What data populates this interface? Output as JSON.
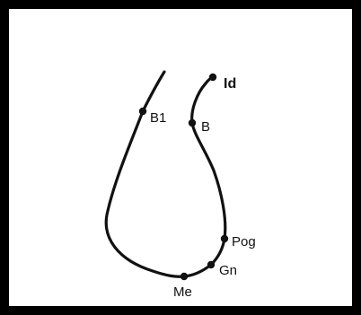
{
  "diagram": {
    "landmarks": [
      {
        "id": "Id",
        "label": "Id"
      },
      {
        "id": "B1",
        "label": "B1"
      },
      {
        "id": "B",
        "label": "B"
      },
      {
        "id": "Pog",
        "label": "Pog"
      },
      {
        "id": "Gn",
        "label": "Gn"
      },
      {
        "id": "Me",
        "label": "Me"
      }
    ],
    "colors": {
      "line": "#111111",
      "border": "#000000",
      "background": "#ffffff"
    }
  }
}
